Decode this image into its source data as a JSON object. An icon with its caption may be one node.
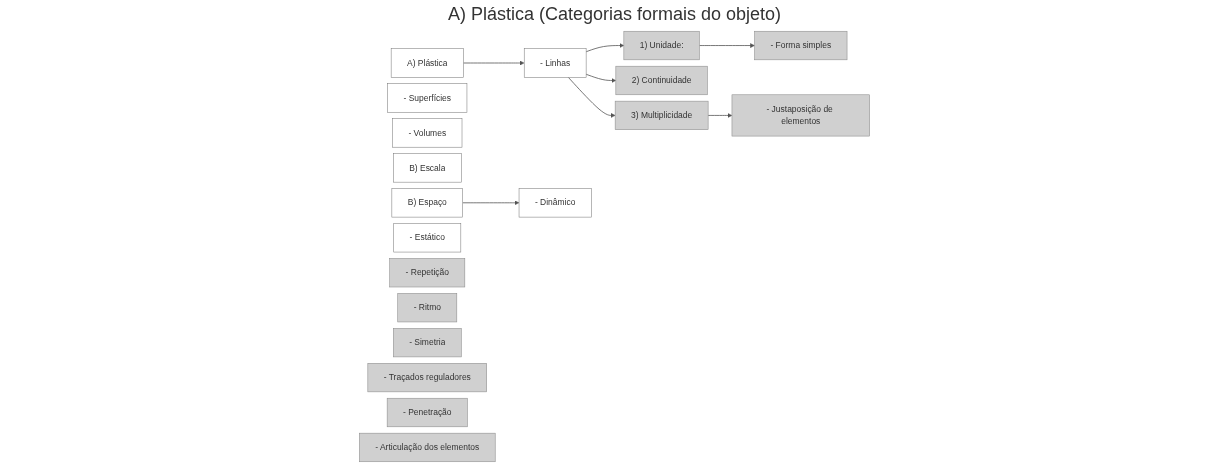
{
  "diagram": {
    "title": "A) Plástica (Categorias formais do objeto)",
    "nodes": [
      {
        "text": [
          "A) Plástica"
        ]
      },
      {
        "text": [
          "- Linhas"
        ]
      },
      {
        "text": [
          "- Superfícies"
        ]
      },
      {
        "text": [
          "- Volumes"
        ]
      },
      {
        "text": [
          "B) Escala"
        ]
      },
      {
        "text": [
          "B) Espaço"
        ]
      },
      {
        "text": [
          "- Dinâmico"
        ]
      },
      {
        "text": [
          "- Estático"
        ]
      },
      {
        "text": [
          "1) Unidade:"
        ]
      },
      {
        "text": [
          "2) Continuidade"
        ]
      },
      {
        "text": [
          "3) Multiplicidade"
        ]
      },
      {
        "text": [
          "- Forma simples"
        ]
      },
      {
        "text": [
          "- Repetição"
        ]
      },
      {
        "text": [
          "- Ritmo"
        ]
      },
      {
        "text": [
          "- Simetria"
        ]
      },
      {
        "text": [
          "- Traçados reguladores"
        ]
      },
      {
        "text": [
          "- Justaposição de elementos"
        ]
      },
      {
        "text": [
          "- Penetração"
        ]
      },
      {
        "text": [
          "- Articulação dos elementos"
        ]
      }
    ],
    "edges": [
      {
        "from": 0,
        "to": 1,
        "arrow": "to"
      },
      {
        "from": 5,
        "to": 6,
        "arrow": "to"
      },
      {
        "from": 1,
        "to": 8,
        "arrow": "to"
      },
      {
        "from": 1,
        "to": 9,
        "arrow": "to"
      },
      {
        "from": 1,
        "to": 10,
        "arrow": "to"
      },
      {
        "from": 8,
        "to": 11,
        "arrow": "to"
      },
      {
        "from": 10,
        "to": 16,
        "arrow": "to"
      }
    ]
  }
}
